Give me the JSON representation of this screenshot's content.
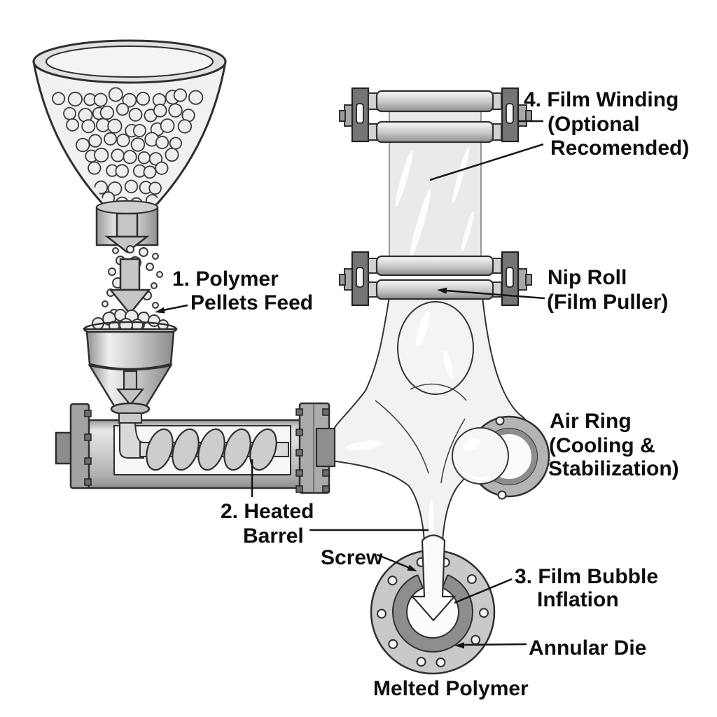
{
  "labels": {
    "polymer_feed": {
      "line1": "1. Polymer",
      "line2": "Pellets Feed"
    },
    "heated_barrel": {
      "line1": "2. Heated",
      "line2": "Barrel"
    },
    "screw": {
      "text": "Screw"
    },
    "film_bubble": {
      "line1": "3. Film Bubble",
      "line2": "Inflation"
    },
    "film_winding": {
      "line1": "4. Film Winding",
      "line2": "(Optional",
      "line3": "Recomended)"
    },
    "nip_roll": {
      "line1": "Nip Roll",
      "line2": "(Film Puller)"
    },
    "air_ring": {
      "line1": "Air Ring",
      "line2": "(Cooling &",
      "line3": "Stabilization)"
    },
    "annular_die": {
      "text": "Annular Die"
    },
    "melted_polymer": {
      "text": "Melted Polymer"
    }
  },
  "colors": {
    "background": "#ffffff",
    "outline": "#2f2f2f",
    "text": "#0e0e0e",
    "metal_light": "#e8e8e8",
    "metal_mid": "#c9c9c9",
    "metal_dark": "#8f8f8f",
    "bracket_dark": "#757575",
    "film": "#eaeaea",
    "melt": "#f2f2f2"
  }
}
